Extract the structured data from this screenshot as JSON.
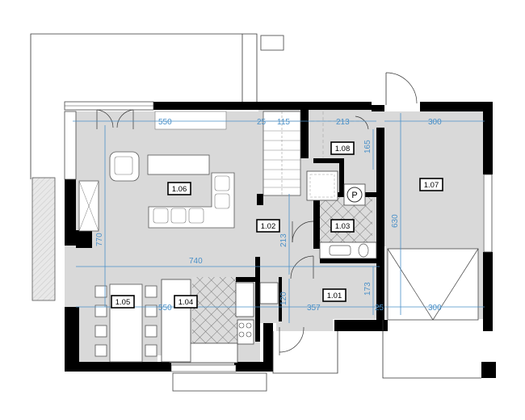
{
  "colors": {
    "floor": "#d9d9d9",
    "wall": "#000000",
    "dimension": "#4a90c8",
    "tile_pattern": "#8a8a8a"
  },
  "rooms": [
    {
      "id": "1.01"
    },
    {
      "id": "1.02"
    },
    {
      "id": "1.03"
    },
    {
      "id": "1.04"
    },
    {
      "id": "1.05"
    },
    {
      "id": "1.06"
    },
    {
      "id": "1.07"
    },
    {
      "id": "1.08"
    }
  ],
  "dimensions": {
    "d550_top": "550",
    "d25_top": "25",
    "d115": "115",
    "d213_top": "213",
    "d300_top": "300",
    "d165": "165",
    "d630": "630",
    "d770": "770",
    "d740": "740",
    "d213_mid": "213",
    "d550_bottom": "550",
    "d120": "120",
    "d357": "357",
    "d173": "173",
    "d25_bottom": "25",
    "d300_bottom": "300"
  },
  "symbols": {
    "parking": "P"
  }
}
